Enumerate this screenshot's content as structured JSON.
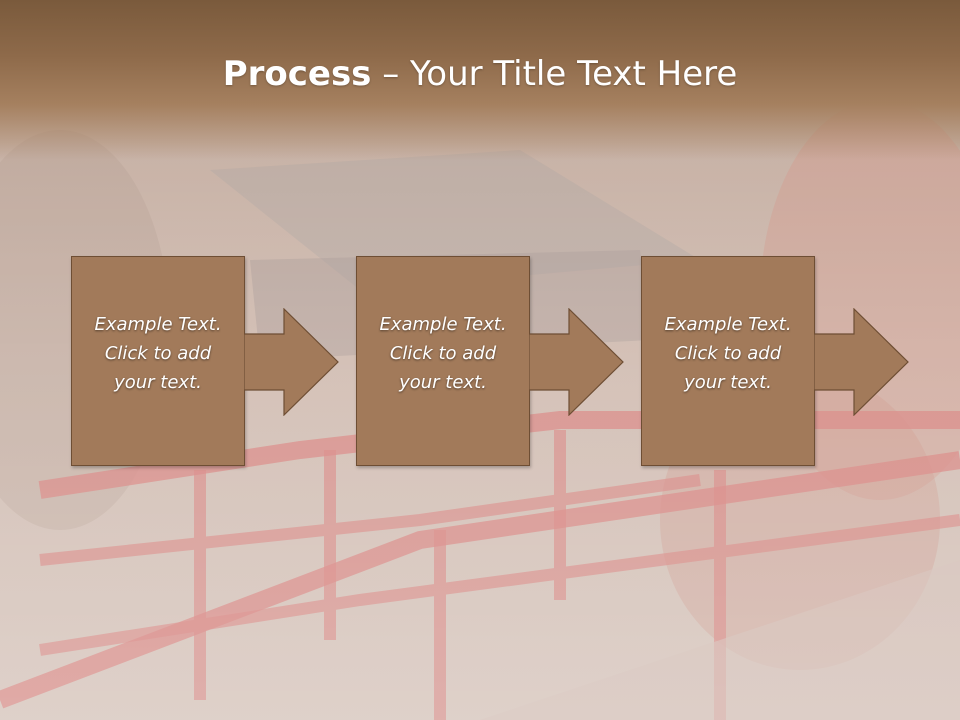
{
  "slide": {
    "title_bold": "Process",
    "title_rest": " – Your Title Text Here",
    "steps": [
      {
        "text": "Example Text.\nClick  to add\nyour text."
      },
      {
        "text": "Example Text.\nClick  to add\nyour text."
      },
      {
        "text": "Example Text.\nClick  to add\nyour text."
      }
    ]
  },
  "colors": {
    "title_band": "#8e6a4a",
    "step_fill": "#a27a5a",
    "step_border": "#6e4e34",
    "text": "#ffffff"
  }
}
